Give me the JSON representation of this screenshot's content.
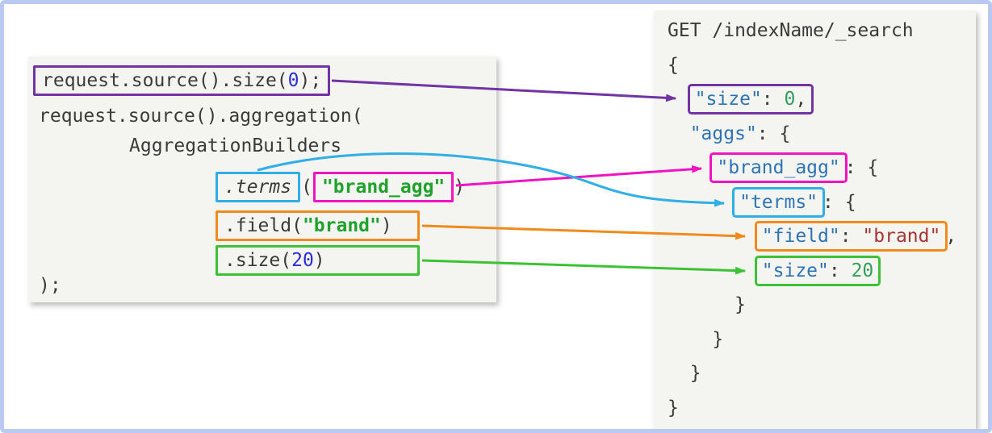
{
  "colors": {
    "frame_border": "#bac9f2",
    "panel_bg": "#f4f5f1",
    "code_text": "#3b3b3b",
    "purple": "#7233a5",
    "pink": "#ef13c3",
    "cyan": "#30aee6",
    "orange": "#f08a1d",
    "green": "#3cc335",
    "java_number": "#2d2dd8",
    "java_string": "#21a12e",
    "json_key": "#2e74b5",
    "json_number": "#2f9e5e",
    "json_string": "#a93434"
  },
  "java_panel": {
    "line1": {
      "code_pre": "request.source().size(",
      "number": "0",
      "code_post": ");"
    },
    "line2": "request.source().aggregation(",
    "line3": "AggregationBuilders",
    "line4": {
      "method": ".terms",
      "open_paren": "(",
      "string_arg": "\"brand_agg\"",
      "close_paren": ")"
    },
    "line5": {
      "code_pre": ".field(",
      "string_arg": "\"brand\"",
      "code_post": ")"
    },
    "line6": {
      "code_pre": ".size(",
      "number": "20",
      "code_post": ")"
    },
    "line7": ");"
  },
  "dsl_panel": {
    "request_line": "GET /indexName/_search",
    "open_brace": "{",
    "size_root": {
      "indent": "  ",
      "key": "\"size\"",
      "colon": ": ",
      "value": "0",
      "comma": ","
    },
    "aggs": {
      "indent": "  ",
      "key": "\"aggs\"",
      "after": ": {"
    },
    "brand_agg": {
      "indent": "    ",
      "key": "\"brand_agg\"",
      "after": ": {"
    },
    "terms": {
      "indent": "      ",
      "key": "\"terms\"",
      "after": ": {"
    },
    "field": {
      "indent": "        ",
      "key": "\"field\"",
      "colon": ": ",
      "value": "\"brand\"",
      "comma": ","
    },
    "size_inner": {
      "indent": "        ",
      "key": "\"size\"",
      "colon": ": ",
      "value": "20"
    },
    "close1": "      }",
    "close2": "    }",
    "close3": "  }",
    "close4": "}"
  }
}
